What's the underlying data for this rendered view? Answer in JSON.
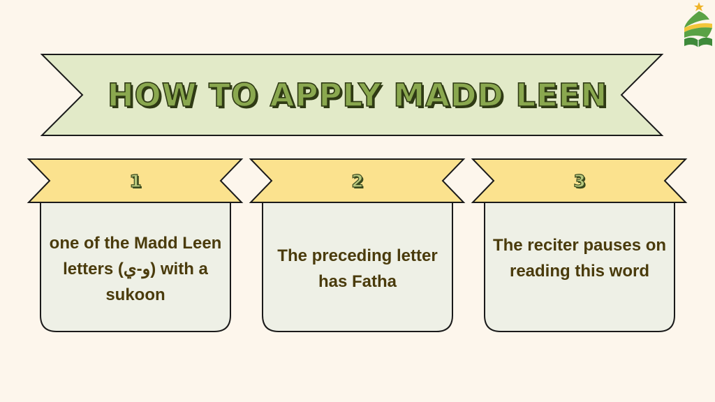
{
  "title": "HOW TO APPLY MADD LEEN",
  "steps": [
    {
      "number": "1",
      "text": "one of the Madd Leen letters (و-ي) with a sukoon"
    },
    {
      "number": "2",
      "text": "The preceding letter has Fatha"
    },
    {
      "number": "3",
      "text": "The reciter pauses on reading this word"
    }
  ],
  "colors": {
    "background": "#fdf6ec",
    "title_banner": "#e2eac8",
    "number_ribbon": "#fbe28e",
    "card": "#eef0e6",
    "outline": "#1a1a1a",
    "title_text": "#8aa84f",
    "body_text": "#4a3b0c"
  },
  "logo": {
    "icon": "green-yellow-book-with-star-logo"
  }
}
